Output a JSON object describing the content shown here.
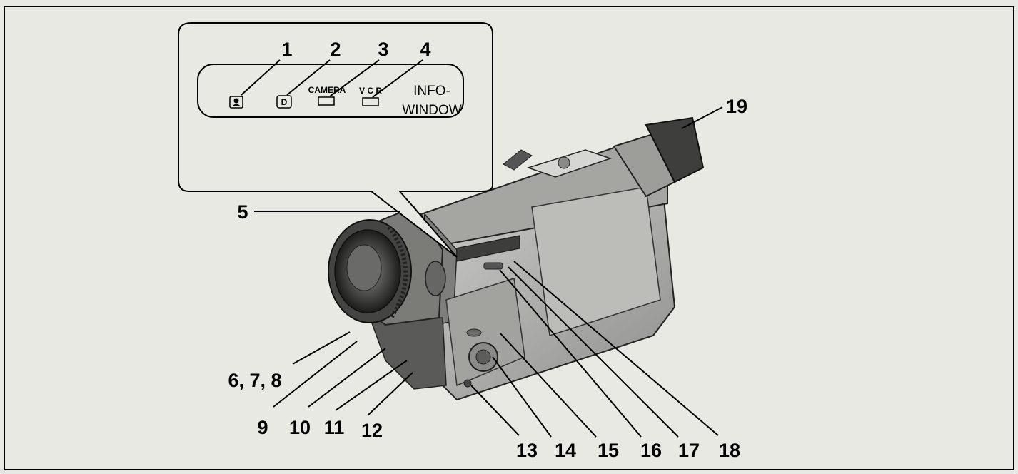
{
  "callouts": [
    "1",
    "2",
    "3",
    "4",
    "5",
    "6, 7, 8",
    "9",
    "10",
    "11",
    "12",
    "13",
    "14",
    "15",
    "16",
    "17",
    "18",
    "19"
  ],
  "info_window": {
    "label_line1": "INFO-",
    "label_line2": "WINDOW",
    "indicators": [
      {
        "label": "",
        "icon": "person-icon"
      },
      {
        "label": "D",
        "icon": "d-button-icon"
      },
      {
        "label": "CAMERA",
        "icon": "camera-lamp-icon"
      },
      {
        "label": "V C R",
        "icon": "vcr-lamp-icon"
      }
    ]
  },
  "colors": {
    "background": "#e9e9e4",
    "body": "#b9b9b6",
    "body_dark": "#6d6d6b",
    "ink": "#000000"
  }
}
